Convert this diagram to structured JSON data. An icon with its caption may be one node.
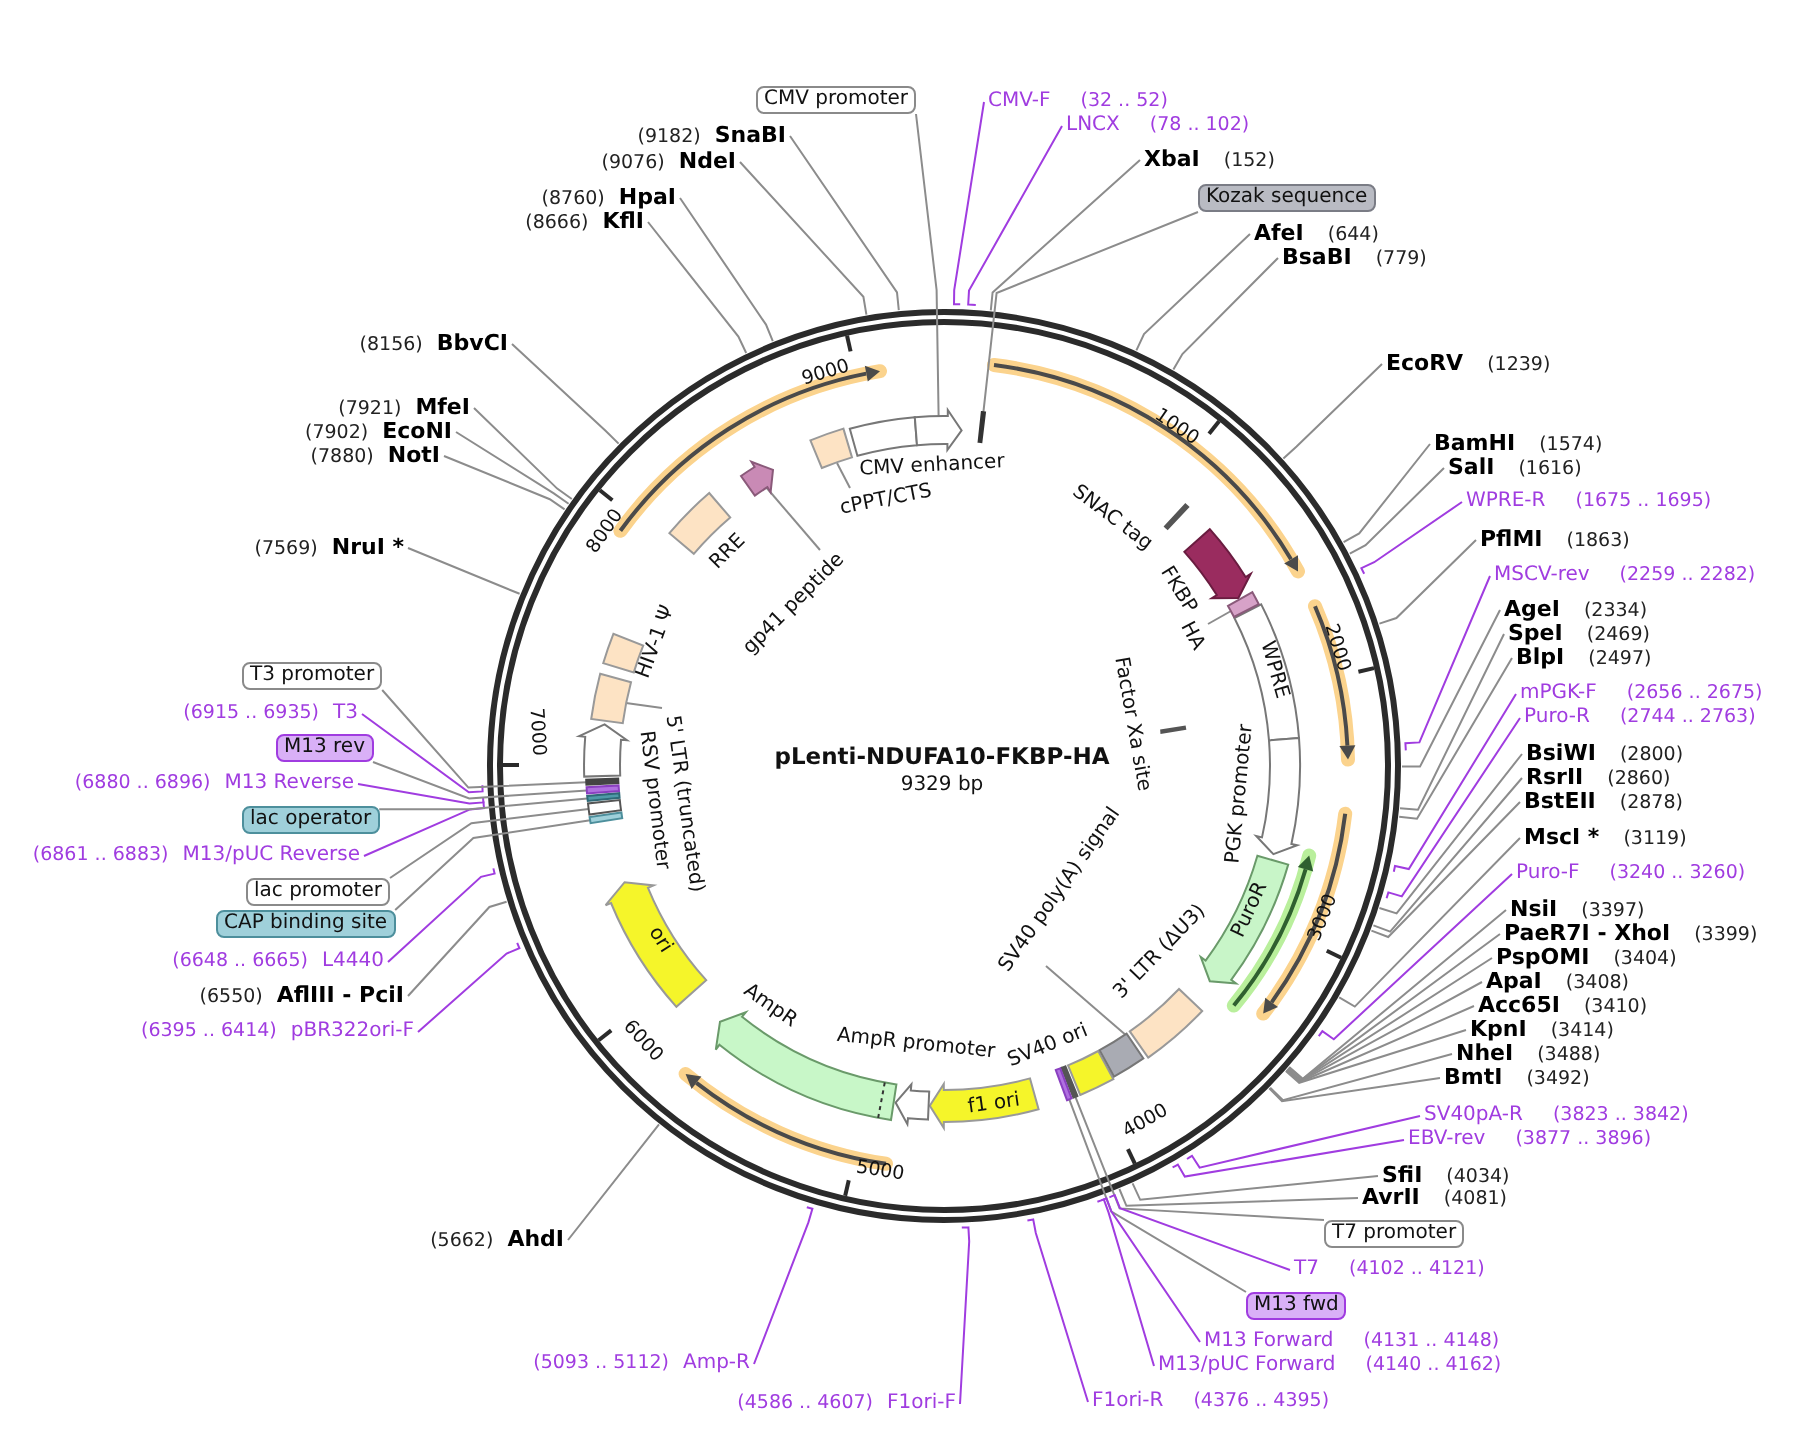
{
  "diagram": {
    "title": "pLenti-NDUFA10-FKBP-HA",
    "nodes": [
      {
        "text": [
          "CMV promoter"
        ]
      },
      {
        "text": [
          "CMV-F",
          "(32 .. 52)"
        ]
      },
      {
        "text": [
          "LNCX",
          "(78 .. 102)"
        ]
      },
      {
        "text": [
          "XbaI",
          "(152)"
        ]
      },
      {
        "text": [
          "Kozak sequence"
        ]
      },
      {
        "text": [
          "AfeI",
          "(644)"
        ]
      },
      {
        "text": [
          "BsaBI",
          "(779)"
        ]
      },
      {
        "text": [
          "EcoRV",
          "(1239)"
        ]
      },
      {
        "text": [
          "BamHI",
          "(1574)"
        ]
      },
      {
        "text": [
          "SalI",
          "(1616)"
        ]
      },
      {
        "text": [
          "WPRE-R",
          "(1675 .. 1695)"
        ]
      },
      {
        "text": [
          "PflMI",
          "(1863)"
        ]
      },
      {
        "text": [
          "MSCV-rev",
          "(2259 .. 2282)"
        ]
      },
      {
        "text": [
          "AgeI",
          "(2334)"
        ]
      },
      {
        "text": [
          "SpeI",
          "(2469)"
        ]
      },
      {
        "text": [
          "BlpI",
          "(2497)"
        ]
      },
      {
        "text": [
          "mPGK-F",
          "(2656 .. 2675)"
        ]
      },
      {
        "text": [
          "Puro-R",
          "(2744 .. 2763)"
        ]
      },
      {
        "text": [
          "BsiWI",
          "(2800)"
        ]
      },
      {
        "text": [
          "RsrII",
          "(2860)"
        ]
      },
      {
        "text": [
          "BstEII",
          "(2878)"
        ]
      },
      {
        "text": [
          "MscI *",
          "(3119)"
        ]
      },
      {
        "text": [
          "Puro-F",
          "(3240 .. 3260)"
        ]
      },
      {
        "text": [
          "NsiI",
          "(3397)"
        ]
      },
      {
        "text": [
          "PaeR7I - XhoI",
          "(3399)"
        ]
      },
      {
        "text": [
          "PspOMI",
          "(3404)"
        ]
      },
      {
        "text": [
          "ApaI",
          "(3408)"
        ]
      },
      {
        "text": [
          "Acc65I",
          "(3410)"
        ]
      },
      {
        "text": [
          "KpnI",
          "(3414)"
        ]
      },
      {
        "text": [
          "NheI",
          "(3488)"
        ]
      },
      {
        "text": [
          "BmtI",
          "(3492)"
        ]
      },
      {
        "text": [
          "SV40pA-R",
          "(3823 .. 3842)"
        ]
      },
      {
        "text": [
          "EBV-rev",
          "(3877 .. 3896)"
        ]
      },
      {
        "text": [
          "SfiI",
          "(4034)"
        ]
      },
      {
        "text": [
          "AvrII",
          "(4081)"
        ]
      },
      {
        "text": [
          "T7 promoter"
        ]
      },
      {
        "text": [
          "T7",
          "(4102 .. 4121)"
        ]
      },
      {
        "text": [
          "M13 fwd"
        ]
      },
      {
        "text": [
          "M13 Forward",
          "(4131 .. 4148)"
        ]
      },
      {
        "text": [
          "M13/pUC Forward",
          "(4140 .. 4162)"
        ]
      },
      {
        "text": [
          "F1ori-R",
          "(4376 .. 4395)"
        ]
      },
      {
        "text": [
          "(4586 .. 4607)",
          "F1ori-F"
        ]
      },
      {
        "text": [
          "(5093 .. 5112)",
          "Amp-R"
        ]
      },
      {
        "text": [
          "(5662)",
          "AhdI"
        ]
      },
      {
        "text": [
          "(6395 .. 6414)",
          "pBR322ori-F"
        ]
      },
      {
        "text": [
          "(6550)",
          "AflIII - PciI"
        ]
      },
      {
        "text": [
          "(6648 .. 6665)",
          "L4440"
        ]
      },
      {
        "text": [
          "CAP binding site"
        ]
      },
      {
        "text": [
          "lac promoter"
        ]
      },
      {
        "text": [
          "(6861 .. 6883)",
          "M13/pUC Reverse"
        ]
      },
      {
        "text": [
          "lac operator"
        ]
      },
      {
        "text": [
          "(6880 .. 6896)",
          "M13 Reverse"
        ]
      },
      {
        "text": [
          "M13 rev"
        ]
      },
      {
        "text": [
          "(6915 .. 6935)",
          "T3"
        ]
      },
      {
        "text": [
          "T3 promoter"
        ]
      },
      {
        "text": [
          "(7569)",
          "NruI *"
        ]
      },
      {
        "text": [
          "(7880)",
          "NotI"
        ]
      },
      {
        "text": [
          "(7902)",
          "EcoNI"
        ]
      },
      {
        "text": [
          "(7921)",
          "MfeI"
        ]
      },
      {
        "text": [
          "(8156)",
          "BbvCI"
        ]
      },
      {
        "text": [
          "(8666)",
          "KflI"
        ]
      },
      {
        "text": [
          "(8760)",
          "HpaI"
        ]
      },
      {
        "text": [
          "(9076)",
          "NdeI"
        ]
      },
      {
        "text": [
          "(9182)",
          "SnaBI"
        ]
      },
      {
        "text": [
          "CMV enhancer"
        ]
      },
      {
        "text": [
          "cPPT/CTS"
        ]
      },
      {
        "text": [
          "SNAC tag"
        ]
      },
      {
        "text": [
          "FKBP"
        ]
      },
      {
        "text": [
          "HA"
        ]
      },
      {
        "text": [
          "WPRE"
        ]
      },
      {
        "text": [
          "Factor Xa site"
        ]
      },
      {
        "text": [
          "PGK promoter"
        ]
      },
      {
        "text": [
          "PuroR"
        ]
      },
      {
        "text": [
          "3' LTR (ΔU3)"
        ]
      },
      {
        "text": [
          "SV40 poly(A) signal"
        ]
      },
      {
        "text": [
          "SV40 ori"
        ]
      },
      {
        "text": [
          "f1 ori"
        ]
      },
      {
        "text": [
          "AmpR promoter"
        ]
      },
      {
        "text": [
          "AmpR"
        ]
      },
      {
        "text": [
          "ori"
        ]
      },
      {
        "text": [
          "RSV promoter"
        ]
      },
      {
        "text": [
          "5' LTR (truncated)"
        ]
      },
      {
        "text": [
          "HIV-1 Ψ"
        ]
      },
      {
        "text": [
          "RRE"
        ]
      },
      {
        "text": [
          "gp41 peptide"
        ]
      },
      {
        "text": [],
        "shape": "arrow"
      },
      {
        "text": [],
        "shape": "bar"
      },
      {
        "text": [],
        "shape": "bar"
      },
      {
        "text": [],
        "shape": "bar"
      },
      {
        "text": [],
        "shape": "bar"
      },
      {
        "text": [],
        "shape": "bar"
      },
      {
        "text": [],
        "shape": "bar"
      },
      {
        "text": [],
        "shape": "bar"
      },
      {
        "text": [],
        "shape": "bar"
      },
      {
        "text": [],
        "shape": "box"
      },
      {
        "text": [],
        "shape": "box"
      },
      {
        "text": [],
        "shape": "box"
      },
      {
        "text": [],
        "shape": "box"
      },
      {
        "text": [],
        "shape": "arrow"
      }
    ],
    "edges": [
      {
        "from": 0,
        "to": 85,
        "arrow": "none"
      },
      {
        "from": 1,
        "to": null,
        "arrow": "none",
        "color": "#a03ce0"
      },
      {
        "from": 2,
        "to": null,
        "arrow": "none",
        "color": "#a03ce0"
      },
      {
        "from": 3,
        "to": null,
        "arrow": "none"
      },
      {
        "from": 4,
        "to": 86,
        "arrow": "none"
      },
      {
        "from": 5,
        "to": null,
        "arrow": "none"
      },
      {
        "from": 6,
        "to": null,
        "arrow": "none"
      },
      {
        "from": 7,
        "to": null,
        "arrow": "none"
      },
      {
        "from": 8,
        "to": null,
        "arrow": "none"
      },
      {
        "from": 9,
        "to": null,
        "arrow": "none"
      },
      {
        "from": 10,
        "to": null,
        "arrow": "none",
        "color": "#a03ce0"
      },
      {
        "from": 11,
        "to": null,
        "arrow": "none"
      },
      {
        "from": 12,
        "to": null,
        "arrow": "none",
        "color": "#a03ce0"
      },
      {
        "from": 13,
        "to": null,
        "arrow": "none"
      },
      {
        "from": 14,
        "to": null,
        "arrow": "none"
      },
      {
        "from": 15,
        "to": null,
        "arrow": "none"
      },
      {
        "from": 16,
        "to": null,
        "arrow": "none",
        "color": "#a03ce0"
      },
      {
        "from": 17,
        "to": null,
        "arrow": "none",
        "color": "#a03ce0"
      },
      {
        "from": 18,
        "to": null,
        "arrow": "none"
      },
      {
        "from": 19,
        "to": null,
        "arrow": "none"
      },
      {
        "from": 20,
        "to": null,
        "arrow": "none"
      },
      {
        "from": 21,
        "to": null,
        "arrow": "none"
      },
      {
        "from": 22,
        "to": null,
        "arrow": "none",
        "color": "#a03ce0"
      },
      {
        "from": 23,
        "to": null,
        "arrow": "none"
      },
      {
        "from": 24,
        "to": null,
        "arrow": "none"
      },
      {
        "from": 25,
        "to": null,
        "arrow": "none"
      },
      {
        "from": 26,
        "to": null,
        "arrow": "none"
      },
      {
        "from": 27,
        "to": null,
        "arrow": "none"
      },
      {
        "from": 28,
        "to": null,
        "arrow": "none"
      },
      {
        "from": 29,
        "to": null,
        "arrow": "none"
      },
      {
        "from": 30,
        "to": null,
        "arrow": "none"
      },
      {
        "from": 31,
        "to": null,
        "arrow": "none",
        "color": "#a03ce0"
      },
      {
        "from": 32,
        "to": null,
        "arrow": "none",
        "color": "#a03ce0"
      },
      {
        "from": 33,
        "to": null,
        "arrow": "none"
      },
      {
        "from": 34,
        "to": null,
        "arrow": "none"
      },
      {
        "from": 35,
        "to": 87,
        "arrow": "none"
      },
      {
        "from": 36,
        "to": null,
        "arrow": "none",
        "color": "#a03ce0"
      },
      {
        "from": 37,
        "to": 88,
        "arrow": "none"
      },
      {
        "from": 38,
        "to": null,
        "arrow": "none",
        "color": "#a03ce0"
      },
      {
        "from": 39,
        "to": null,
        "arrow": "none",
        "color": "#a03ce0"
      },
      {
        "from": 40,
        "to": null,
        "arrow": "none",
        "color": "#a03ce0"
      },
      {
        "from": 41,
        "to": null,
        "arrow": "none",
        "color": "#a03ce0"
      },
      {
        "from": 42,
        "to": null,
        "arrow": "none",
        "color": "#a03ce0"
      },
      {
        "from": 43,
        "to": null,
        "arrow": "none"
      },
      {
        "from": 44,
        "to": null,
        "arrow": "none",
        "color": "#a03ce0"
      },
      {
        "from": 45,
        "to": null,
        "arrow": "none"
      },
      {
        "from": 46,
        "to": null,
        "arrow": "none",
        "color": "#a03ce0"
      },
      {
        "from": 47,
        "to": 89,
        "arrow": "none"
      },
      {
        "from": 48,
        "to": 90,
        "arrow": "none"
      },
      {
        "from": 49,
        "to": null,
        "arrow": "none",
        "color": "#a03ce0"
      },
      {
        "from": 50,
        "to": 91,
        "arrow": "none"
      },
      {
        "from": 51,
        "to": null,
        "arrow": "none",
        "color": "#a03ce0"
      },
      {
        "from": 52,
        "to": 92,
        "arrow": "none"
      },
      {
        "from": 53,
        "to": null,
        "arrow": "none",
        "color": "#a03ce0"
      },
      {
        "from": 54,
        "to": 93,
        "arrow": "none"
      },
      {
        "from": 55,
        "to": null,
        "arrow": "none"
      },
      {
        "from": 56,
        "to": null,
        "arrow": "none"
      },
      {
        "from": 57,
        "to": null,
        "arrow": "none"
      },
      {
        "from": 58,
        "to": null,
        "arrow": "none"
      },
      {
        "from": 59,
        "to": null,
        "arrow": "none"
      },
      {
        "from": 60,
        "to": null,
        "arrow": "none"
      },
      {
        "from": 61,
        "to": null,
        "arrow": "none"
      },
      {
        "from": 62,
        "to": null,
        "arrow": "none"
      },
      {
        "from": 63,
        "to": null,
        "arrow": "none"
      },
      {
        "from": 65,
        "to": 94,
        "arrow": "none"
      },
      {
        "from": 68,
        "to": 95,
        "arrow": "none"
      },
      {
        "from": 74,
        "to": 96,
        "arrow": "none"
      },
      {
        "from": 81,
        "to": 97,
        "arrow": "none"
      },
      {
        "from": 84,
        "to": 98,
        "arrow": "none"
      }
    ],
    "labels": [
      "9329 bp",
      "1000",
      "2000",
      "3000",
      "4000",
      "5000",
      "6000",
      "7000",
      "8000",
      "9000"
    ]
  }
}
